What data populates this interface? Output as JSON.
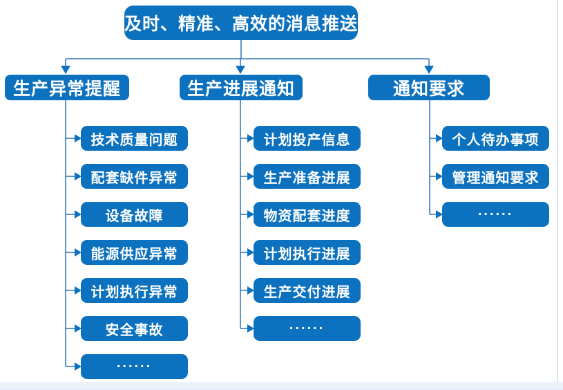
{
  "title": {
    "label": "及时、精准、高效的消息推送"
  },
  "colors": {
    "node": "#0c71be",
    "connector": "#3579bf",
    "arrow": "#0c71be",
    "strip": "#edf2fa",
    "edge": "#dbe5f4",
    "nodetext": "#ffffff"
  },
  "branches": [
    {
      "label": "生产异常提醒",
      "items": [
        "技术质量问题",
        "配套缺件异常",
        "设备故障",
        "能源供应异常",
        "计划执行异常",
        "安全事故",
        "......"
      ]
    },
    {
      "label": "生产进展通知",
      "items": [
        "计划投产信息",
        "生产准备进展",
        "物资配套进度",
        "计划执行进展",
        "生产交付进展",
        "......"
      ]
    },
    {
      "label": "通知要求",
      "items": [
        "个人待办事项",
        "管理通知要求",
        "......"
      ]
    }
  ]
}
